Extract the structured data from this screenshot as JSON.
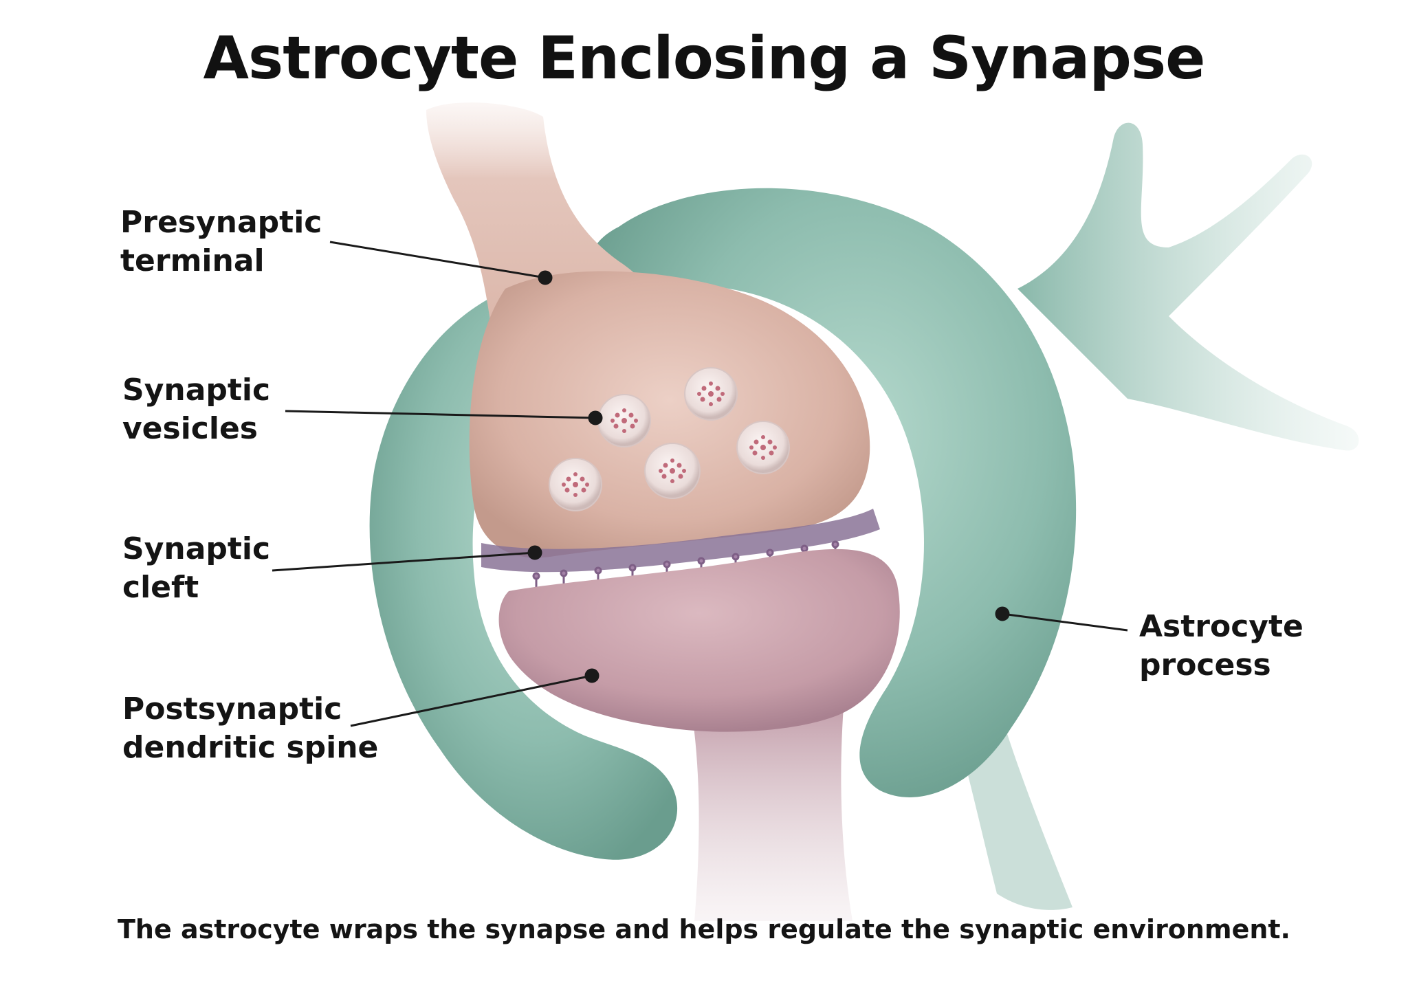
{
  "title": "Astrocyte Enclosing a Synapse",
  "labels": {
    "presynaptic_terminal": [
      "Presynaptic",
      "terminal"
    ],
    "synaptic_vesicles": [
      "Synaptic",
      "vesicles"
    ],
    "synaptic_cleft": [
      "Synaptic",
      "cleft"
    ],
    "postsynaptic_spine": [
      "Postsynaptic",
      "dendritic spine"
    ],
    "astrocyte_process": [
      "Astrocyte",
      "process"
    ]
  },
  "caption": "The astrocyte wraps the synapse and helps regulate the synaptic environment.",
  "colors": {
    "astrocyte": "#8dbcae",
    "astrocyte_dark": "#5f9585",
    "presynaptic": "#dcb5a8",
    "postsynaptic": "#c9a0aa",
    "cleft": "#8a7396",
    "vesicle_dots": "#c06a7a",
    "leader_line": "#1a1a1a"
  }
}
